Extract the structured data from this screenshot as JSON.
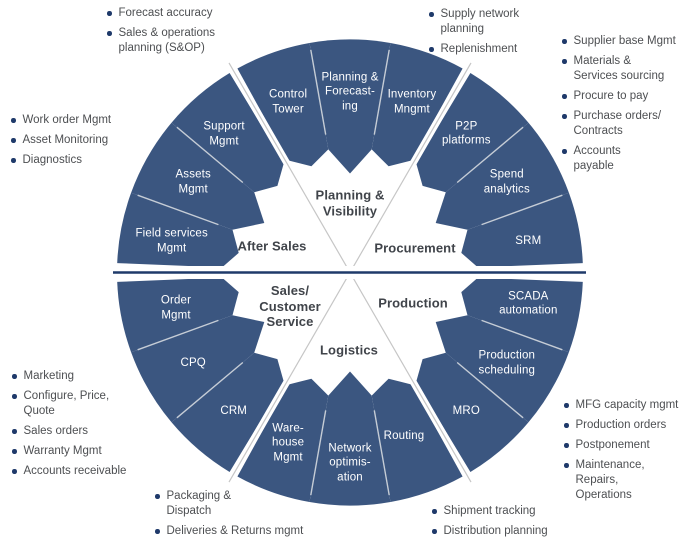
{
  "colors": {
    "wedge_fill": "#3b5680",
    "wedge_label": "#ffffff",
    "sector_label": "#40444a",
    "divider_navy": "#1f3a6a",
    "boundary_line": "#c6c6c6",
    "wedge_separator": "#ccd2da",
    "bullet_dot": "#1f3a6a",
    "note_text": "#4d4f52",
    "background": "#ffffff"
  },
  "wheel": {
    "sectors": [
      {
        "id": "procurement",
        "label_lines": [
          "Procurement"
        ],
        "wedges": [
          {
            "id": "srm",
            "label_lines": [
              "SRM"
            ]
          },
          {
            "id": "spend-analytics",
            "label_lines": [
              "Spend",
              "analytics"
            ]
          },
          {
            "id": "p2p-platforms",
            "label_lines": [
              "P2P",
              "platforms"
            ]
          }
        ]
      },
      {
        "id": "planning-visibility",
        "label_lines": [
          "Planning &",
          "Visibility"
        ],
        "wedges": [
          {
            "id": "inventory-mngmt",
            "label_lines": [
              "Inventory",
              "Mngmt"
            ]
          },
          {
            "id": "planning-forecasting",
            "label_lines": [
              "Planning &",
              "Forecast-",
              "ing"
            ]
          },
          {
            "id": "control-tower",
            "label_lines": [
              "Control",
              "Tower"
            ]
          }
        ]
      },
      {
        "id": "after-sales",
        "label_lines": [
          "After Sales"
        ],
        "wedges": [
          {
            "id": "support-mgmt",
            "label_lines": [
              "Support",
              "Mgmt"
            ]
          },
          {
            "id": "assets-mgmt",
            "label_lines": [
              "Assets",
              "Mgmt"
            ]
          },
          {
            "id": "field-services-mgmt",
            "label_lines": [
              "Field services",
              "Mgmt"
            ]
          }
        ]
      },
      {
        "id": "sales-customer-service",
        "label_lines": [
          "Sales/",
          "Customer",
          "Service"
        ],
        "wedges": [
          {
            "id": "order-mgmt",
            "label_lines": [
              "Order",
              "Mgmt"
            ]
          },
          {
            "id": "cpq",
            "label_lines": [
              "CPQ"
            ]
          },
          {
            "id": "crm",
            "label_lines": [
              "CRM"
            ]
          }
        ]
      },
      {
        "id": "logistics",
        "label_lines": [
          "Logistics"
        ],
        "wedges": [
          {
            "id": "warehouse-mgmt",
            "label_lines": [
              "Ware-",
              "house",
              "Mgmt"
            ]
          },
          {
            "id": "network-optimisation",
            "label_lines": [
              "Network",
              "optimis-",
              "ation"
            ]
          },
          {
            "id": "routing",
            "label_lines": [
              "Routing"
            ]
          }
        ]
      },
      {
        "id": "production",
        "label_lines": [
          "Production"
        ],
        "wedges": [
          {
            "id": "mro",
            "label_lines": [
              "MRO"
            ]
          },
          {
            "id": "production-scheduling",
            "label_lines": [
              "Production",
              "scheduling"
            ]
          },
          {
            "id": "scada-automation",
            "label_lines": [
              "SCADA",
              "automation"
            ]
          }
        ]
      }
    ]
  },
  "bullet_lists": [
    {
      "id": "planning-notes",
      "items": [
        [
          "Forecast accuracy"
        ],
        [
          "Sales & operations",
          "planning (S&OP)"
        ]
      ]
    },
    {
      "id": "supply-network-notes",
      "items": [
        [
          "Supply network",
          "planning"
        ],
        [
          "Replenishment"
        ]
      ]
    },
    {
      "id": "procurement-notes",
      "items": [
        [
          "Supplier base Mgmt"
        ],
        [
          "Materials &",
          "Services sourcing"
        ],
        [
          "Procure to pay"
        ],
        [
          "Purchase orders/",
          "Contracts"
        ],
        [
          "Accounts",
          "payable"
        ]
      ]
    },
    {
      "id": "after-sales-notes",
      "items": [
        [
          "Work order Mgmt"
        ],
        [
          "Asset Monitoring"
        ],
        [
          "Diagnostics"
        ]
      ]
    },
    {
      "id": "sales-notes",
      "items": [
        [
          "Marketing"
        ],
        [
          "Configure, Price,",
          "Quote"
        ],
        [
          "Sales orders"
        ],
        [
          "Warranty Mgmt"
        ],
        [
          "Accounts receivable"
        ]
      ]
    },
    {
      "id": "packaging-notes",
      "items": [
        [
          "Packaging &",
          "Dispatch"
        ],
        [
          "Deliveries & Returns mgmt"
        ]
      ]
    },
    {
      "id": "logistics-notes",
      "items": [
        [
          "Shipment tracking"
        ],
        [
          "Distribution planning"
        ]
      ]
    },
    {
      "id": "production-notes",
      "items": [
        [
          "MFG capacity mgmt"
        ],
        [
          "Production orders"
        ],
        [
          "Postponement"
        ],
        [
          "Maintenance,",
          "Repairs,",
          "Operations"
        ]
      ]
    }
  ]
}
